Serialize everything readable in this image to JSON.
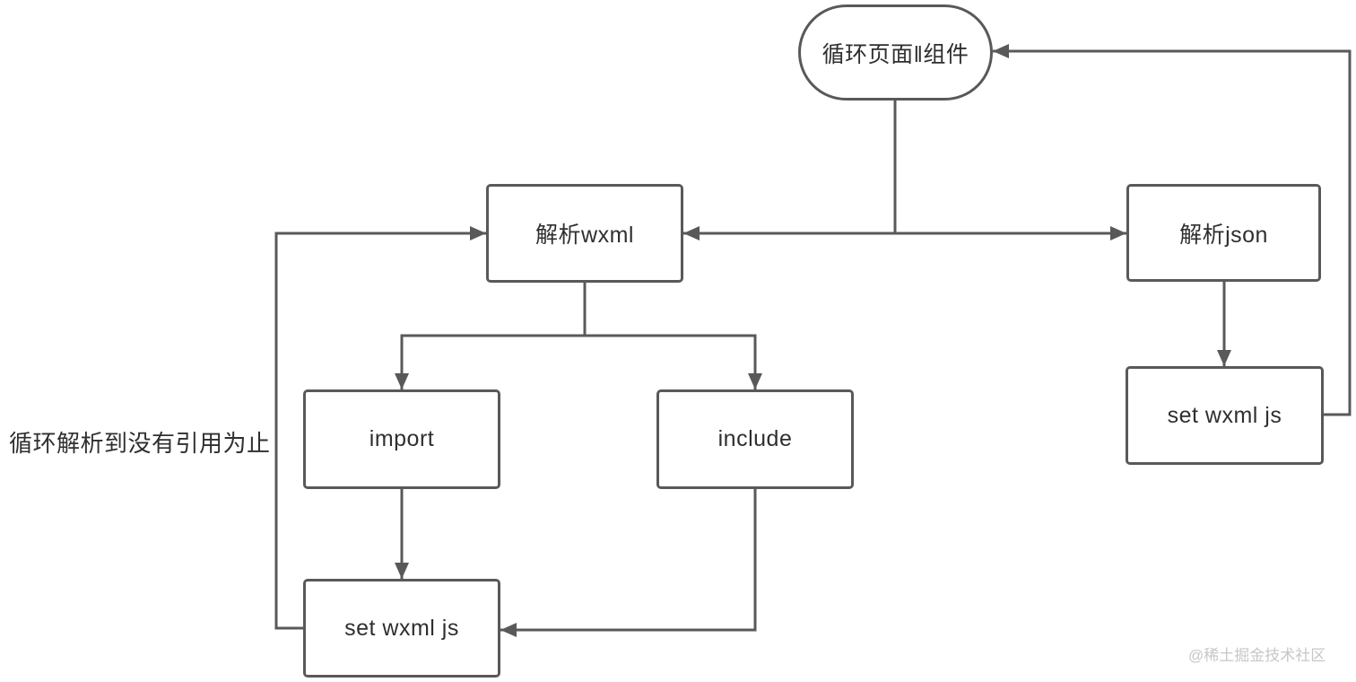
{
  "diagram": {
    "nodes": {
      "start": {
        "label": "循环页面‖组件"
      },
      "parse_wxml": {
        "label": "解析wxml"
      },
      "parse_json": {
        "label": "解析json"
      },
      "import": {
        "label": "import"
      },
      "include": {
        "label": "include"
      },
      "set_wxml_js_left": {
        "label": "set wxml js"
      },
      "set_wxml_js_right": {
        "label": "set wxml js"
      }
    },
    "annotation": "循环解析到没有引用为止",
    "watermark": "@稀土掘金技术社区",
    "colors": {
      "stroke": "#595959",
      "text": "#2f2f2f",
      "watermark": "#c7c7c7",
      "background": "#ffffff"
    }
  }
}
